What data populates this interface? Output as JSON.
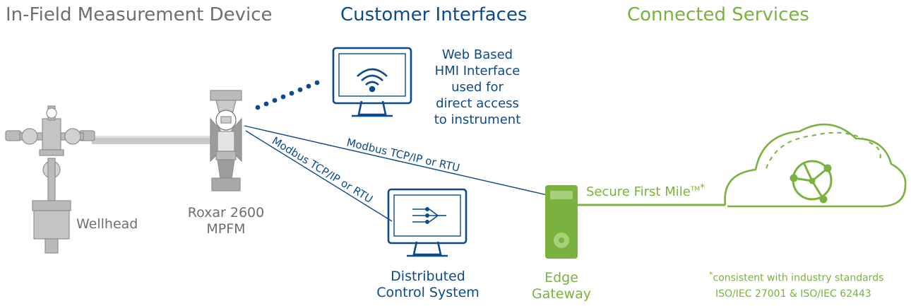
{
  "headings": {
    "field": "In-Field Measurement Device",
    "customer": "Customer Interfaces",
    "services": "Connected Services"
  },
  "labels": {
    "wellhead": "Wellhead",
    "mpfm_line1": "Roxar 2600",
    "mpfm_line2": "MPFM",
    "hmi_lines": [
      "Web Based",
      "HMI Interface",
      "used for",
      "direct access",
      "to instrument"
    ],
    "dcs_line1": "Distributed",
    "dcs_line2": "Control System",
    "edge_line1": "Edge",
    "edge_line2": "Gateway",
    "link_dcs": "Modbus TCP/IP or RTU",
    "link_edge": "Modbus TCP/IP or RTU",
    "secure": "Secure First Mile",
    "secure_tm": "TM",
    "secure_star": "*",
    "footnote_star": "*",
    "footnote_line1": "consistent with industry standards",
    "footnote_line2": "ISO/IEC 27001 & ISO/IEC 62443"
  },
  "icons": {
    "wellhead": "wellhead-icon",
    "mpfm": "flowmeter-icon",
    "hmi": "monitor-wifi-icon",
    "dcs": "monitor-control-icon",
    "edge": "edge-gateway-icon",
    "cloud": "cloud-icon",
    "globe": "globe-network-icon"
  },
  "colors": {
    "grey": "#6d6e71",
    "blue": "#0b4a8b",
    "green": "#7ab23f"
  }
}
